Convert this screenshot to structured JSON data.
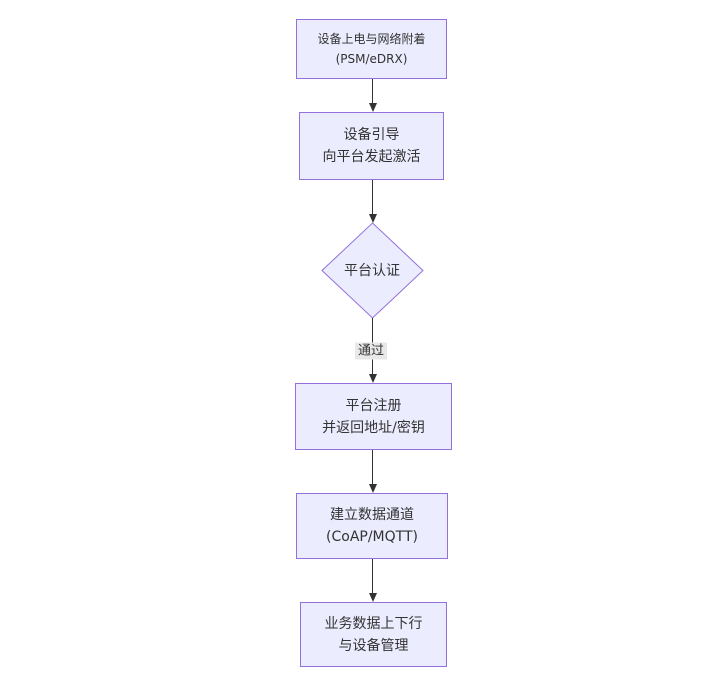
{
  "flow": {
    "type": "flowchart-vertical",
    "colors": {
      "node_fill": "#ECECFF",
      "node_border": "#9370DB",
      "text_color": "#333333",
      "arrow_color": "#333333",
      "label_bg": "#e8e8e8"
    },
    "nodes": [
      {
        "name": "power-attach",
        "shape": "rect",
        "lines": [
          "设备上电与网络附着",
          "(PSM/eDRX)"
        ]
      },
      {
        "name": "bootstrap",
        "shape": "rect",
        "lines": [
          "设备引导",
          "向平台发起激活"
        ]
      },
      {
        "name": "platform-auth",
        "shape": "diamond",
        "lines": [
          "平台认证"
        ]
      },
      {
        "name": "register",
        "shape": "rect",
        "lines": [
          "平台注册",
          "并返回地址/密钥"
        ]
      },
      {
        "name": "data-channel",
        "shape": "rect",
        "lines": [
          "建立数据通道",
          "(CoAP/MQTT)"
        ]
      },
      {
        "name": "business",
        "shape": "rect",
        "lines": [
          "业务数据上下行",
          "与设备管理"
        ]
      }
    ],
    "edges": [
      {
        "from": "power-attach",
        "to": "bootstrap",
        "label": ""
      },
      {
        "from": "bootstrap",
        "to": "platform-auth",
        "label": ""
      },
      {
        "from": "platform-auth",
        "to": "register",
        "label": "通过"
      },
      {
        "from": "register",
        "to": "data-channel",
        "label": ""
      },
      {
        "from": "data-channel",
        "to": "business",
        "label": ""
      }
    ]
  }
}
